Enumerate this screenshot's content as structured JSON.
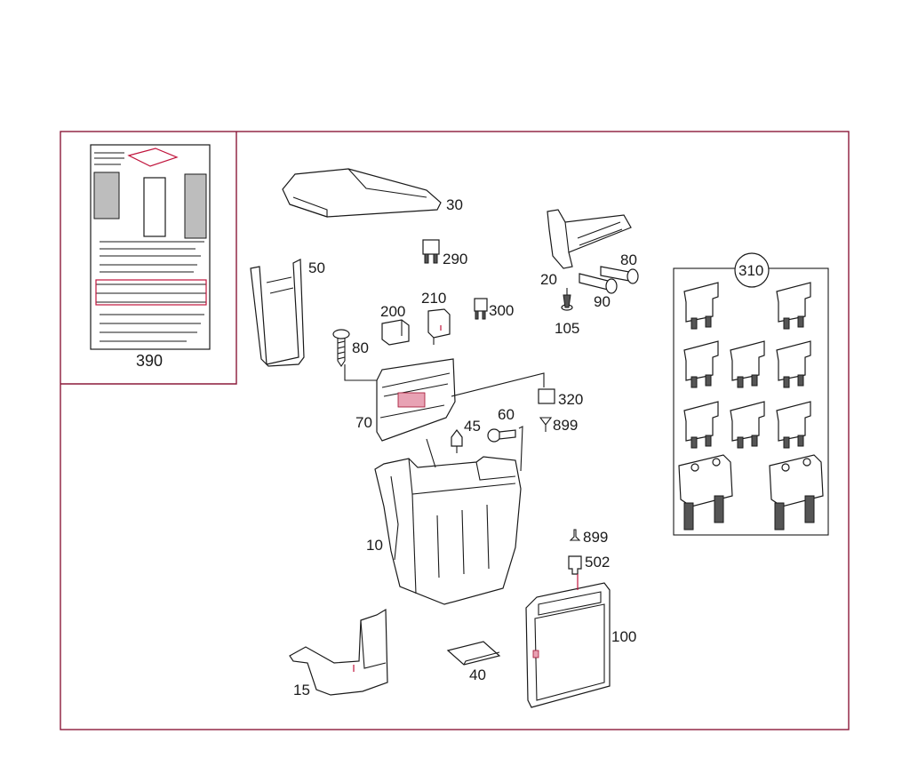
{
  "colors": {
    "frame": "#8b1a3a",
    "line": "#1a1a1a",
    "accent_red": "#c0143c"
  },
  "parts": {
    "p10": "10",
    "p15": "15",
    "p20": "20",
    "p30": "30",
    "p40": "40",
    "p45": "45",
    "p50": "50",
    "p60": "60",
    "p70": "70",
    "p80a": "80",
    "p80b": "80",
    "p90": "90",
    "p100": "100",
    "p105": "105",
    "p200": "200",
    "p210": "210",
    "p290": "290",
    "p300": "300",
    "p310": "310",
    "p320": "320",
    "p390": "390",
    "p502": "502",
    "p899a": "899",
    "p899b": "899"
  }
}
